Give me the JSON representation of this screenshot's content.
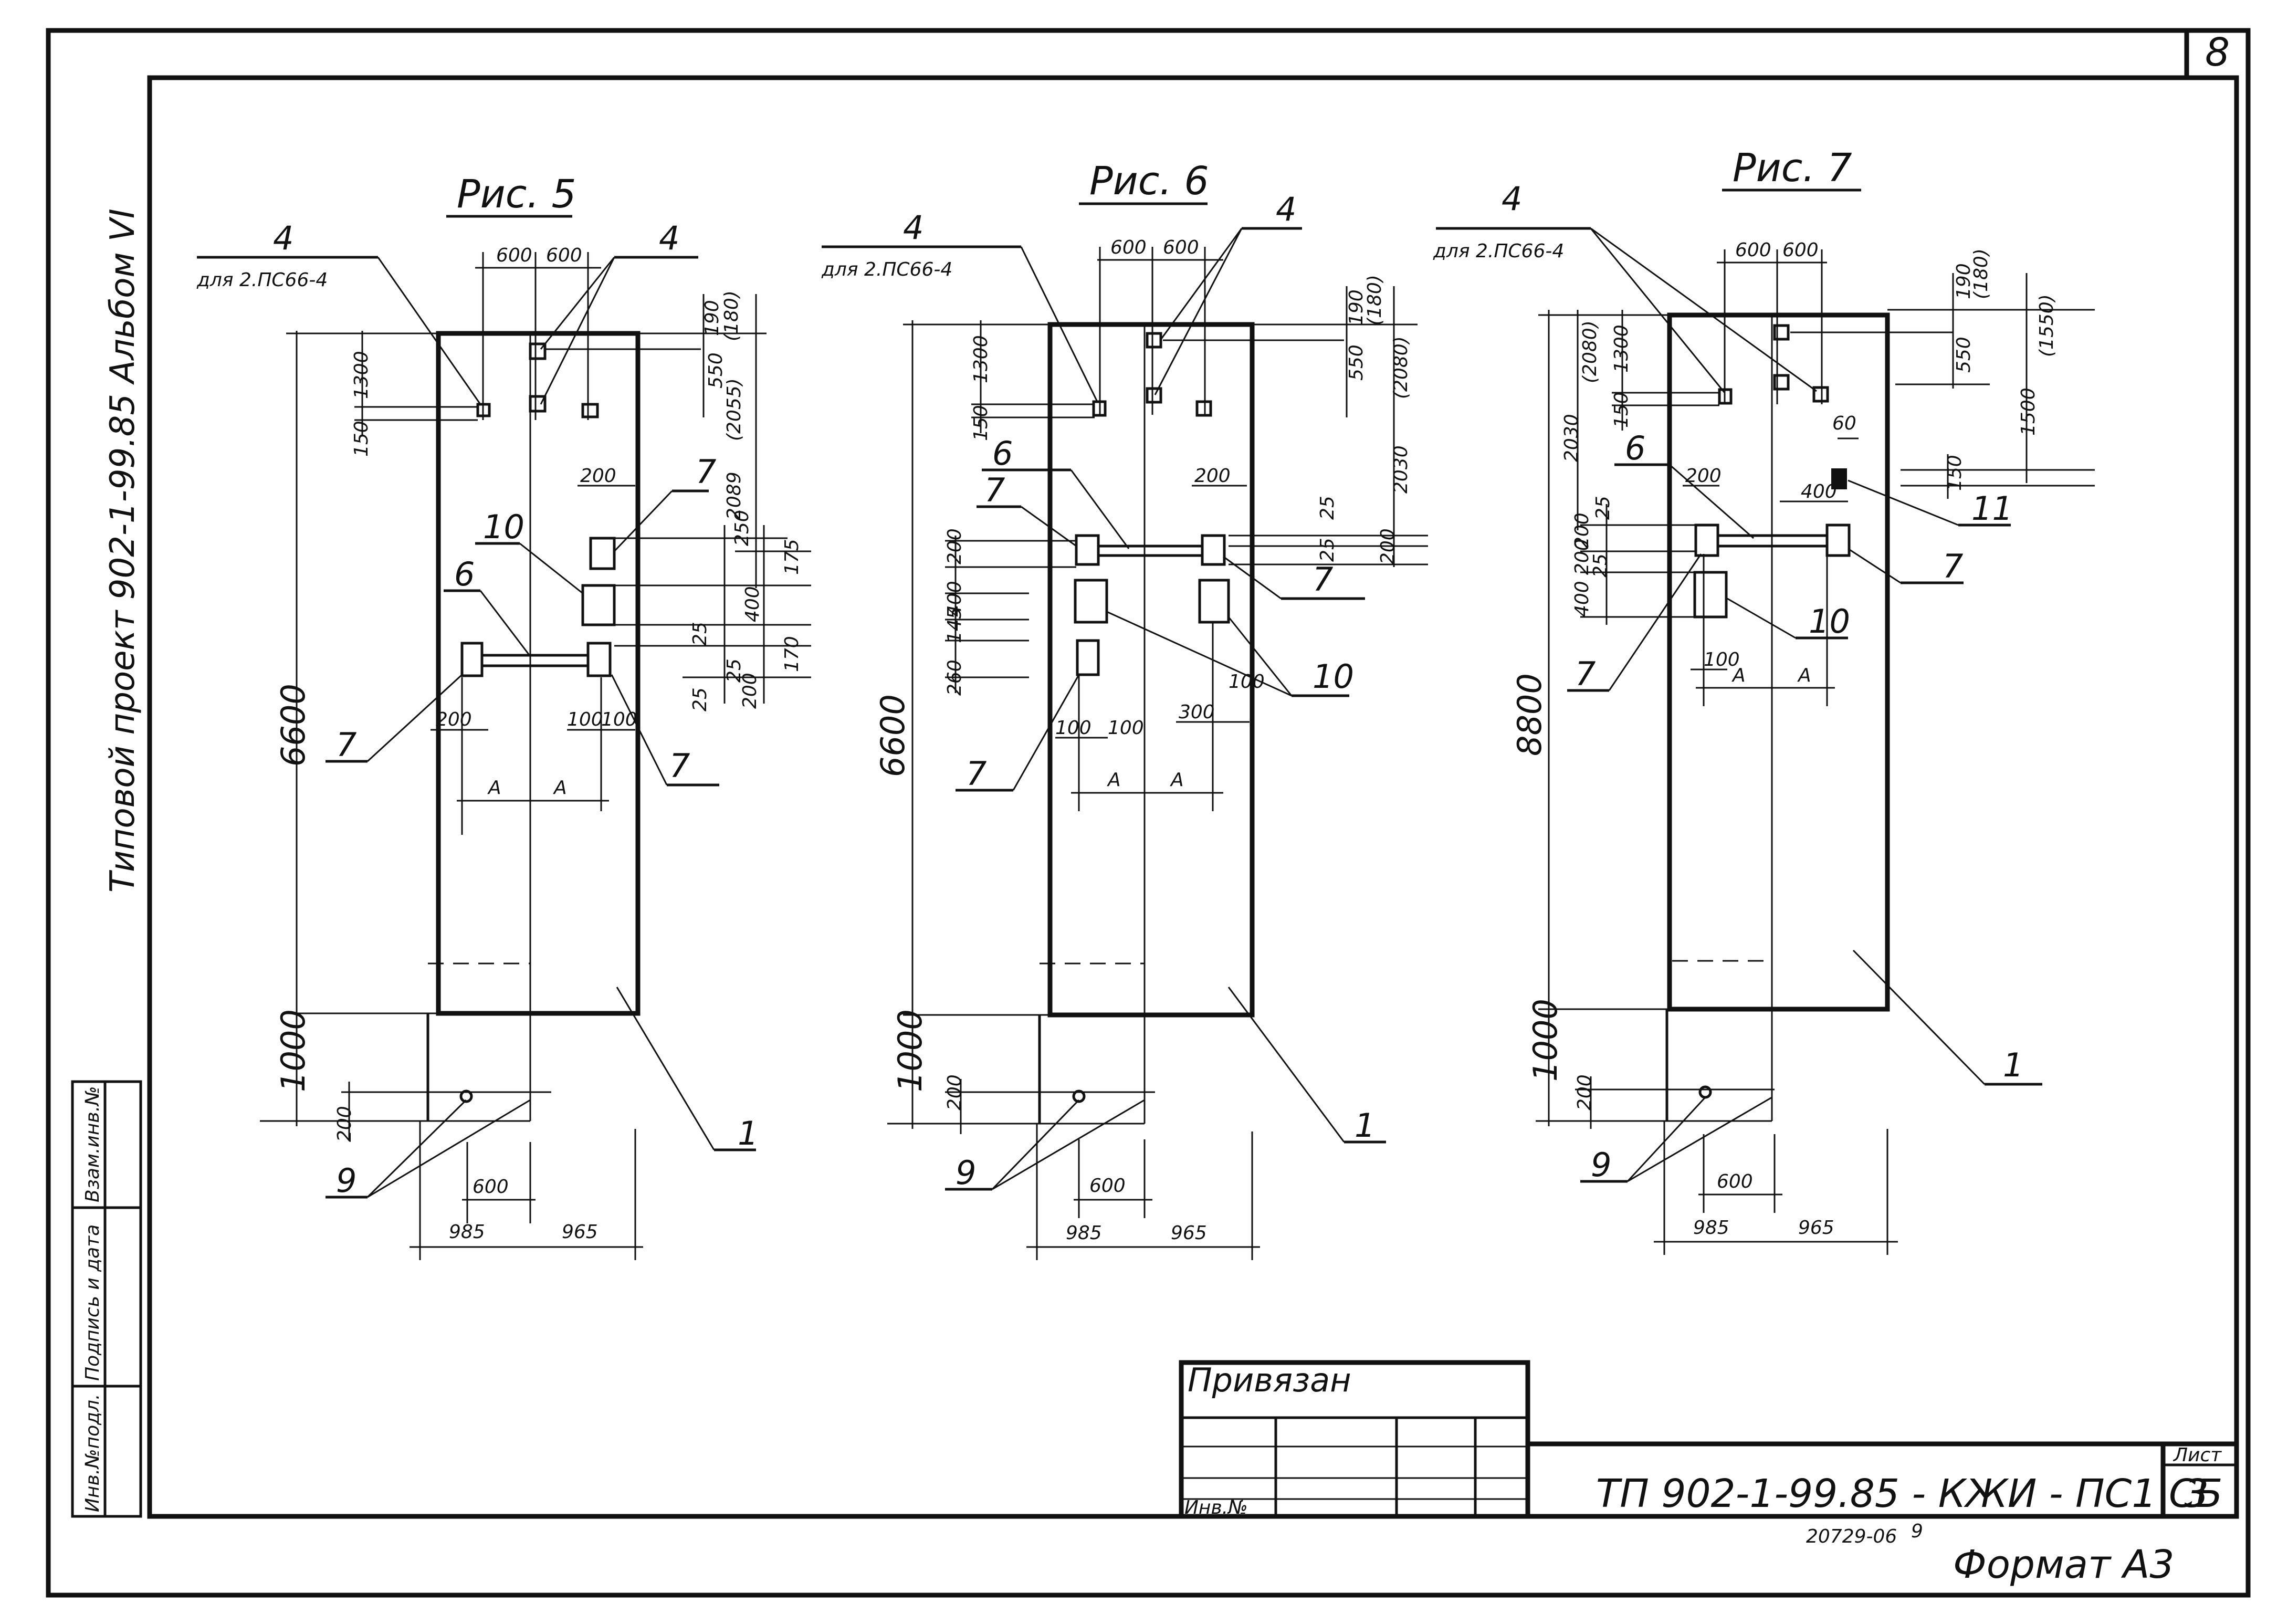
{
  "sheet": {
    "corner_number": "8",
    "side_title": "Типовой проект 902-1-99.85 Альбом VI",
    "side_stamp": [
      "Инв.№подл.",
      "Подпись и дата",
      "Взам.инв.№"
    ],
    "title_block": {
      "privyazan": "Привязан",
      "inv_no": "Инв.№",
      "designation": "ТП 902-1-99.85 - КЖИ - ПС1 СБ",
      "sheet_label": "Лист",
      "sheet_number": "3",
      "archive_no": "20729-06",
      "archive_suffix": "9",
      "format": "Формат А3"
    }
  },
  "figures": [
    {
      "title": "Рис. 5",
      "callout_4_left": "4",
      "note_left": "для 2.ПС66-4",
      "callout_4_right": "4",
      "dims_top": [
        "600",
        "600"
      ],
      "dim_height": "6600",
      "dim_bottom": "1000",
      "dim_200_bottom": "200",
      "dim_600_bottom": "600",
      "dim_985": "985",
      "dim_965": "965",
      "dims_left": [
        "150",
        "1300"
      ],
      "dims_right": [
        "190",
        "(180)",
        "550",
        "2089",
        "(2055)",
        "250",
        "400",
        "175",
        "170",
        "25",
        "25",
        "200",
        "25"
      ],
      "dims_inner": [
        "200",
        "200",
        "100",
        "100",
        "A",
        "A"
      ],
      "callouts": [
        "10",
        "6",
        "7",
        "7",
        "7",
        "9",
        "1"
      ]
    },
    {
      "title": "Рис. 6",
      "callout_4_left": "4",
      "note_left": "для 2.ПС66-4",
      "callout_4_right": "4",
      "dims_top": [
        "600",
        "600"
      ],
      "dim_height": "6600",
      "dim_bottom": "1000",
      "dim_200_bottom": "200",
      "dim_600_bottom": "600",
      "dim_985": "985",
      "dim_965": "965",
      "dims_left": [
        "150",
        "1300",
        "200",
        "400",
        "145",
        "260"
      ],
      "dims_right": [
        "190",
        "(180)",
        "550",
        "(2080)",
        "2030",
        "25",
        "25",
        "200"
      ],
      "dims_inner": [
        "200",
        "100",
        "100",
        "100",
        "300",
        "A",
        "A"
      ],
      "callouts": [
        "6",
        "7",
        "7",
        "10",
        "7",
        "9",
        "1"
      ]
    },
    {
      "title": "Рис. 7",
      "callout_4_left": "4",
      "note_left": "для 2.ПС66-4",
      "dims_top": [
        "600",
        "600"
      ],
      "dim_height": "8800",
      "dim_bottom": "1000",
      "dim_200_bottom": "200",
      "dim_600_bottom": "600",
      "dim_985": "985",
      "dim_965": "965",
      "dims_left": [
        "2030",
        "(2080)",
        "150",
        "1300",
        "25",
        "200",
        "200",
        "25",
        "400"
      ],
      "dims_right": [
        "190",
        "(180)",
        "550",
        "1500",
        "(1550)",
        "60",
        "400",
        "150"
      ],
      "dims_inner": [
        "200",
        "100",
        "A",
        "A"
      ],
      "callouts": [
        "6",
        "7",
        "7",
        "10",
        "11",
        "9",
        "1"
      ]
    }
  ]
}
